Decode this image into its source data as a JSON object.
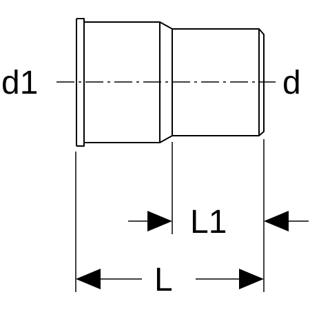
{
  "diagram": {
    "labels": {
      "d1": "d1",
      "d": "d",
      "L1": "L1",
      "L": "L"
    },
    "colors": {
      "stroke": "#000000",
      "background": "#ffffff"
    }
  }
}
